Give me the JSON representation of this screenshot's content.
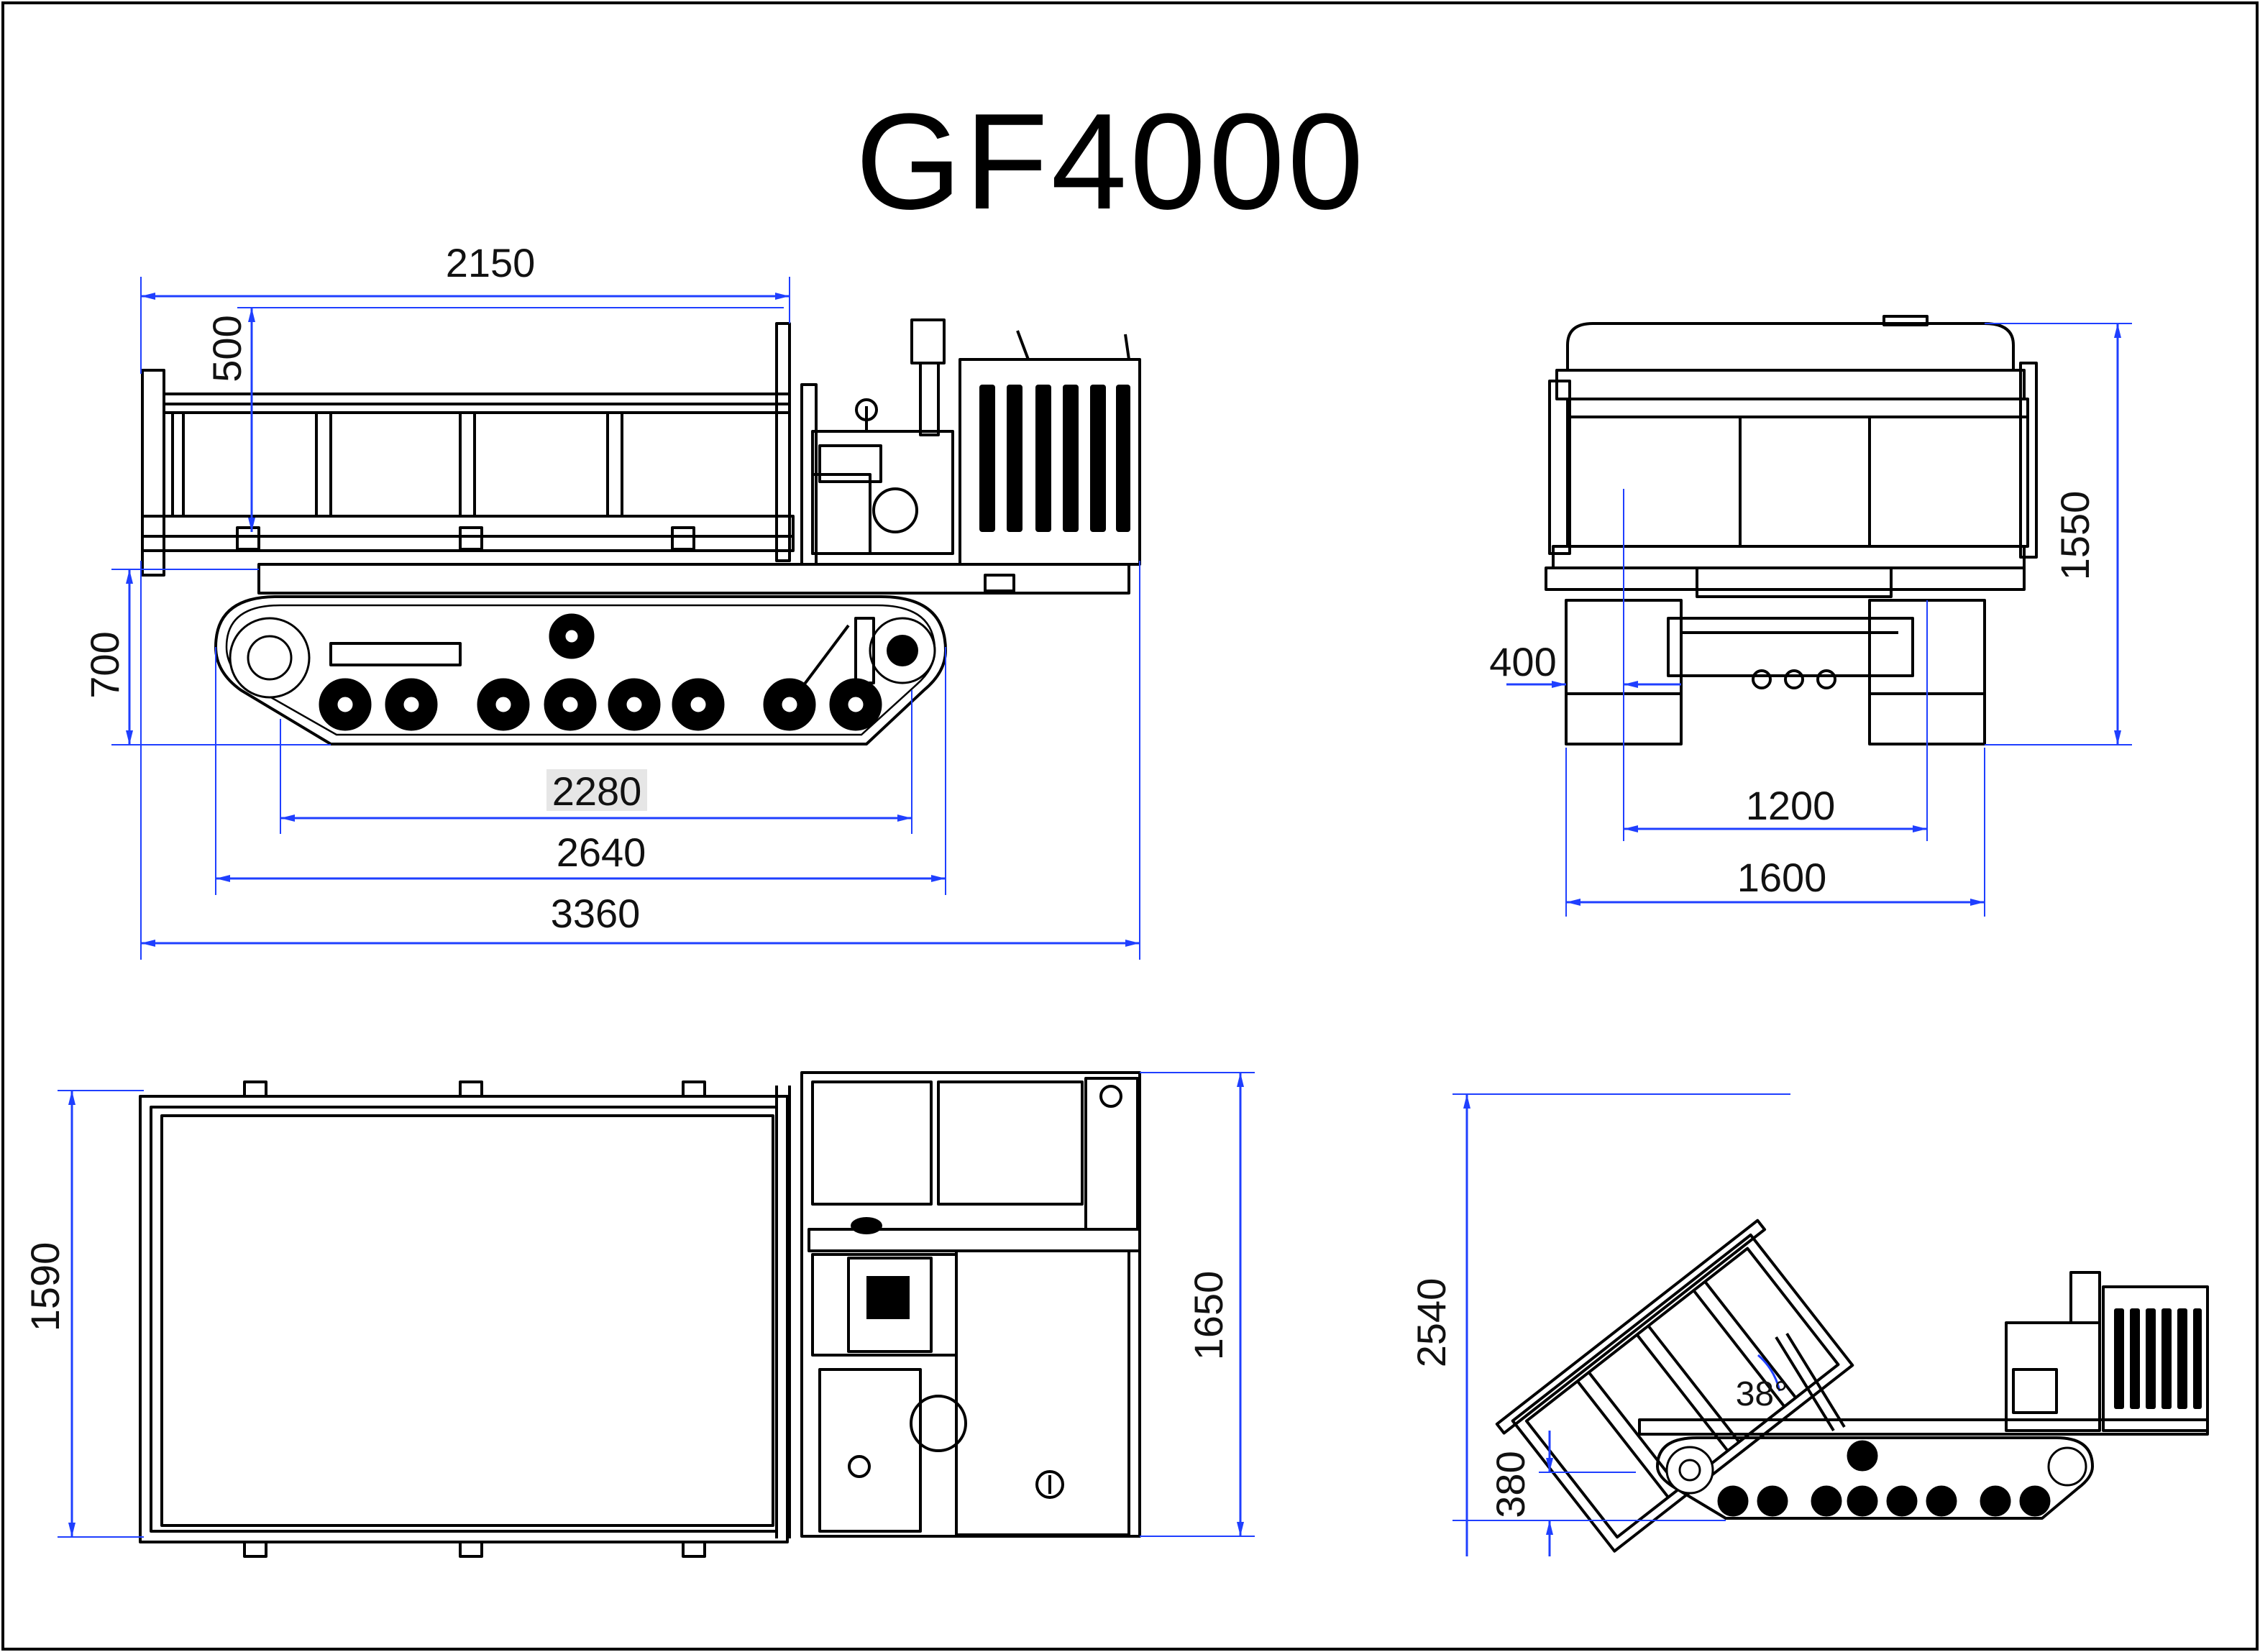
{
  "title": "GF4000",
  "side_view": {
    "dims": {
      "box_length": "2150",
      "box_height": "500",
      "ground_clearance": "700",
      "track_contact": "2280",
      "track_length": "2640",
      "overall_length": "3360"
    }
  },
  "front_view": {
    "dims": {
      "overall_height": "1550",
      "track_width": "400",
      "track_gauge": "1200",
      "overall_width": "1600"
    }
  },
  "top_view": {
    "dims": {
      "box_width": "1590",
      "overall_width": "1650"
    }
  },
  "dump_view": {
    "dims": {
      "dump_height": "2540",
      "dump_clearance": "380",
      "dump_angle": "38°"
    }
  }
}
